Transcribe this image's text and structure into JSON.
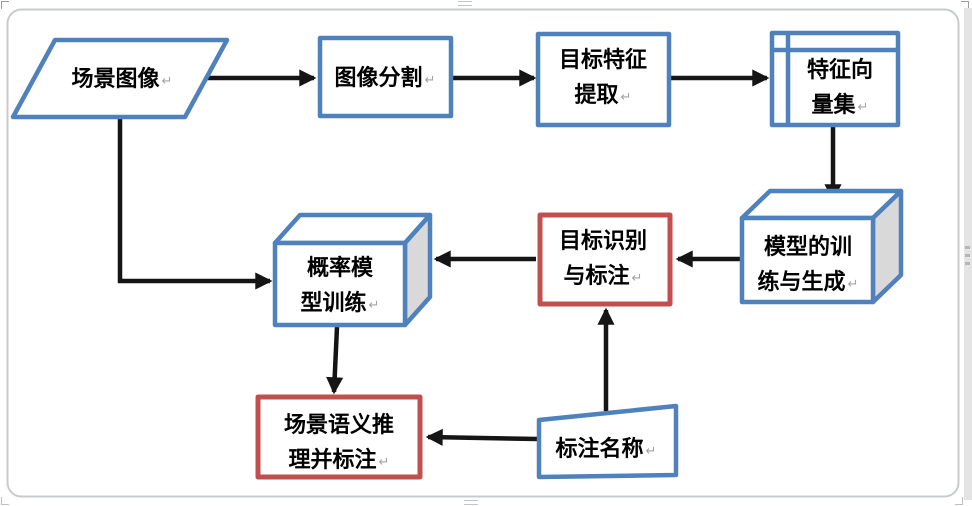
{
  "meta": {
    "diagram_type": "flowchart",
    "language": "zh-CN",
    "return_mark": "↵"
  },
  "colors": {
    "node_blue": "#4F81BD",
    "node_red": "#C0504D",
    "arrow_black": "#151515",
    "cube_side_gray": "#D9D9D9",
    "canvas_border": "#C8CBCE",
    "return_mark_gray": "#A0A4A8"
  },
  "nodes": {
    "scene_image": {
      "shape": "parallelogram",
      "lines": [
        "场景图像"
      ]
    },
    "image_segmentation": {
      "shape": "process",
      "lines": [
        "图像分割"
      ]
    },
    "feature_extraction": {
      "shape": "process",
      "lines": [
        "目标特征",
        "提取"
      ]
    },
    "feature_vector_set": {
      "shape": "internal_storage",
      "lines": [
        "特征向",
        "量集"
      ]
    },
    "model_training_generation": {
      "shape": "cube",
      "lines": [
        "模型的训",
        "练与生成"
      ]
    },
    "target_recognition_annotation": {
      "shape": "process_red",
      "lines": [
        "目标识别",
        "与标注"
      ]
    },
    "probability_model_training": {
      "shape": "cube",
      "lines": [
        "概率模",
        "型训练"
      ]
    },
    "scene_semantic_inference": {
      "shape": "process_red",
      "lines": [
        "场景语义推",
        "理并标注"
      ]
    },
    "annotation_name": {
      "shape": "manual_input",
      "lines": [
        "标注名称"
      ]
    }
  },
  "edges": [
    {
      "from": "scene_image",
      "to": "image_segmentation"
    },
    {
      "from": "image_segmentation",
      "to": "feature_extraction"
    },
    {
      "from": "feature_extraction",
      "to": "feature_vector_set"
    },
    {
      "from": "feature_vector_set",
      "to": "model_training_generation"
    },
    {
      "from": "model_training_generation",
      "to": "target_recognition_annotation"
    },
    {
      "from": "target_recognition_annotation",
      "to": "probability_model_training"
    },
    {
      "from": "scene_image",
      "to": "probability_model_training"
    },
    {
      "from": "probability_model_training",
      "to": "scene_semantic_inference"
    },
    {
      "from": "annotation_name",
      "to": "target_recognition_annotation"
    },
    {
      "from": "annotation_name",
      "to": "scene_semantic_inference"
    }
  ]
}
